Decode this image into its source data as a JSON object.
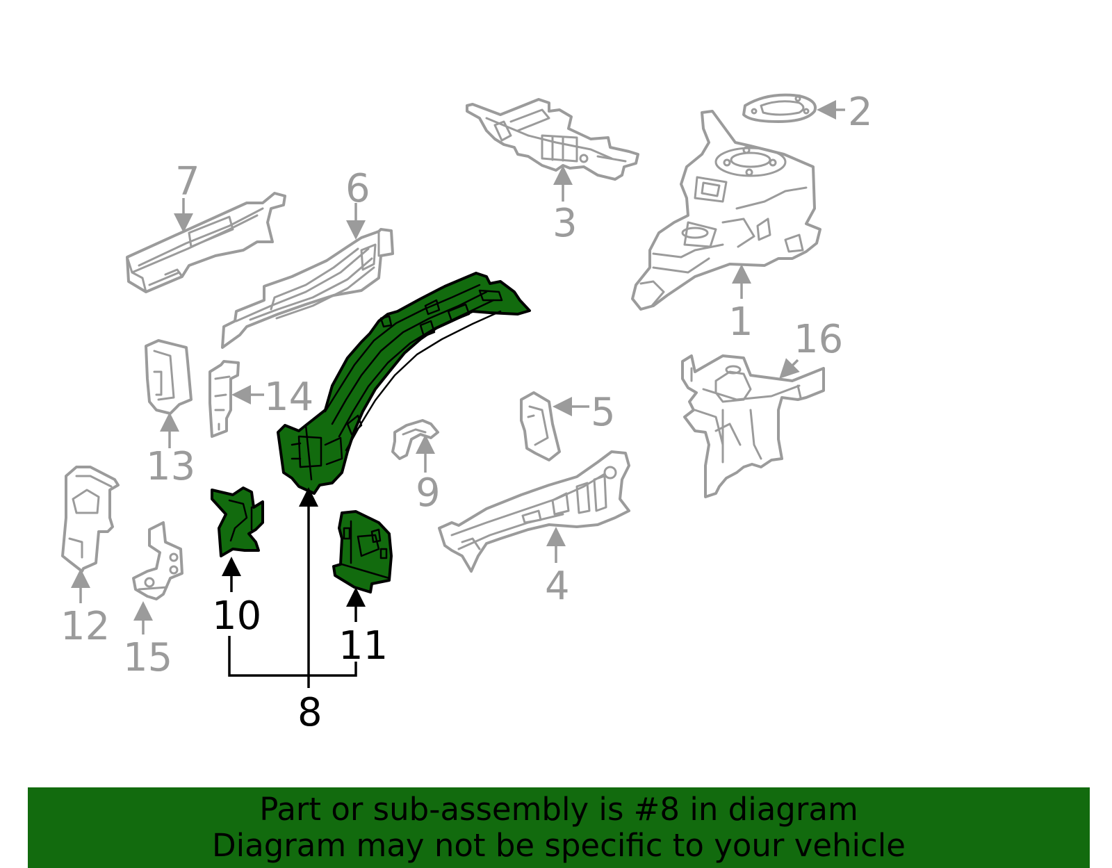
{
  "callouts": {
    "c1": "1",
    "c2": "2",
    "c3": "3",
    "c4": "4",
    "c5": "5",
    "c6": "6",
    "c7": "7",
    "c8": "8",
    "c9": "9",
    "c10": "10",
    "c11": "11",
    "c12": "12",
    "c13": "13",
    "c14": "14",
    "c15": "15",
    "c16": "16"
  },
  "highlighted_part": "8",
  "colors": {
    "highlight": "#126b0e",
    "outline_gray": "#9b9b9b",
    "banner": "#126b0e"
  },
  "banner": {
    "line1": "Part or sub-assembly is #8 in diagram",
    "line2": "Diagram may not be specific to your vehicle"
  }
}
